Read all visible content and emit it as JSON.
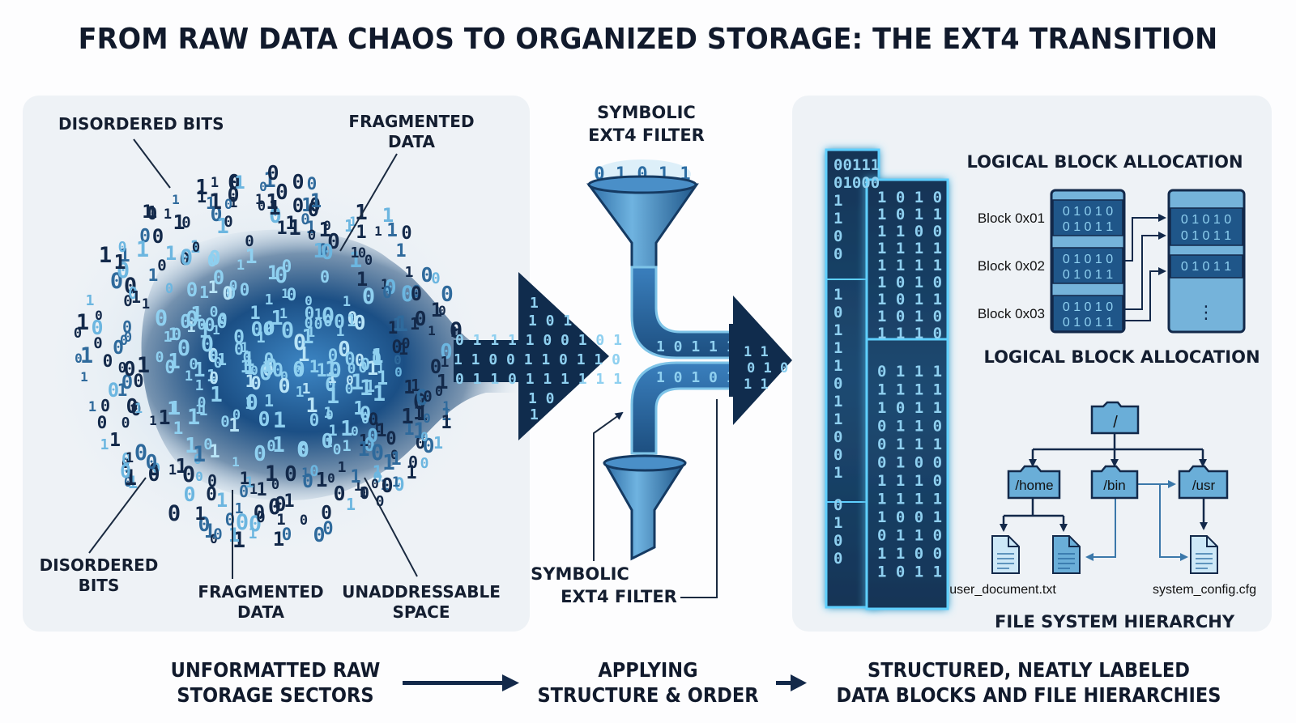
{
  "title": "FROM RAW DATA CHAOS TO ORGANIZED STORAGE: THE EXT4 TRANSITION",
  "colors": {
    "dark_navy": "#0f2a4a",
    "mid_blue": "#1d4f80",
    "light_blue": "#7ec4e8",
    "panel_bg": "#eef2f6",
    "glow": "#5fd0ff",
    "text": "#111a2c"
  },
  "left_panel": {
    "labels": {
      "disordered_bits_top": "DISORDERED BITS",
      "fragmented_data_top": [
        "FRAGMENTED",
        "DATA"
      ],
      "disordered_bits_bottom": [
        "DISORDERED",
        "BITS"
      ],
      "fragmented_data_bottom": [
        "FRAGMENTED",
        "DATA"
      ],
      "unaddressable_space": [
        "UNADDRESSABLE",
        "SPACE"
      ]
    },
    "arrow_bits": [
      "1",
      "101",
      "0111100101",
      "1100110110",
      "0110111111",
      "10",
      "1"
    ]
  },
  "middle": {
    "filter_label_top": [
      "SYMBOLIC",
      "EXT4 FILTER"
    ],
    "filter_label_bottom": [
      "SYMBOLIC",
      "EXT4 FILTER"
    ],
    "input_bits": "0 1 0 1 1",
    "pipe_bits_top": "1 0 1 1 1",
    "pipe_bits_bottom": "1 0 1 0 1",
    "output_bits": [
      "1 1",
      "0 1 0",
      "1 1"
    ]
  },
  "right_panel": {
    "strips": {
      "back_strip_top_rows": [
        "00111",
        "01000",
        "1",
        "1",
        "0",
        "0"
      ],
      "back_strip_mid_rows": [
        "1",
        "0",
        "1",
        "1",
        "1",
        "0",
        "1",
        "1",
        "0",
        "0",
        "1"
      ],
      "back_strip_bottom_rows": [
        "0",
        "1",
        "0",
        "0"
      ],
      "front_strip_top_rows": [
        "1010",
        "1011",
        "1100",
        "1111",
        "1111",
        "1010",
        "1011",
        "1010",
        "1110"
      ],
      "front_strip_bottom_rows": [
        "0111",
        "1111",
        "1011",
        "0110",
        "0111",
        "0100",
        "1110",
        "1111",
        "1001",
        "0110",
        "1100",
        "1011"
      ]
    },
    "block_allocation": {
      "heading_top": "LOGICAL BLOCK ALLOCATION",
      "heading_bottom": "LOGICAL BLOCK ALLOCATION",
      "blocks": [
        {
          "label": "Block 0x01",
          "bits": [
            "01010",
            "01011"
          ]
        },
        {
          "label": "Block 0x02",
          "bits": [
            "01010",
            "01011"
          ]
        },
        {
          "label": "Block 0x03",
          "bits": [
            "01010",
            "01011"
          ]
        }
      ],
      "target_blocks": [
        {
          "bits": [
            "01010",
            "01011"
          ]
        },
        {
          "bits": [
            "01011"
          ]
        }
      ],
      "ellipsis": "⋮"
    },
    "hierarchy": {
      "root": "/",
      "folders": [
        "/home",
        "/bin",
        "/usr"
      ],
      "files": [
        "user_document.txt",
        "system_config.cfg"
      ],
      "heading": "FILE SYSTEM HIERARCHY"
    }
  },
  "bottom": {
    "step1": [
      "UNFORMATTED RAW",
      "STORAGE SECTORS"
    ],
    "step2": [
      "APPLYING",
      "STRUCTURE & ORDER"
    ],
    "step3": [
      "STRUCTURED, NEATLY LABELED",
      "DATA BLOCKS AND FILE HIERARCHIES"
    ]
  }
}
